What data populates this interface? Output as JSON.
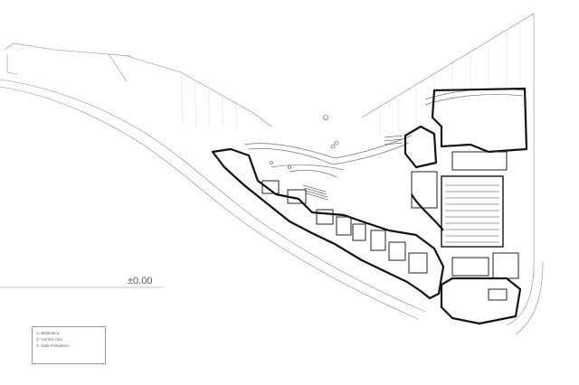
{
  "drawing": {
    "level_label": "±0.00",
    "legend": [
      "1- Biblioteca",
      "2- Centre civic",
      "3- Sala Polivalent"
    ]
  },
  "colors": {
    "walls": "#111111",
    "lines": "#888888",
    "faint": "#c4c4c4",
    "background": "#ffffff"
  }
}
